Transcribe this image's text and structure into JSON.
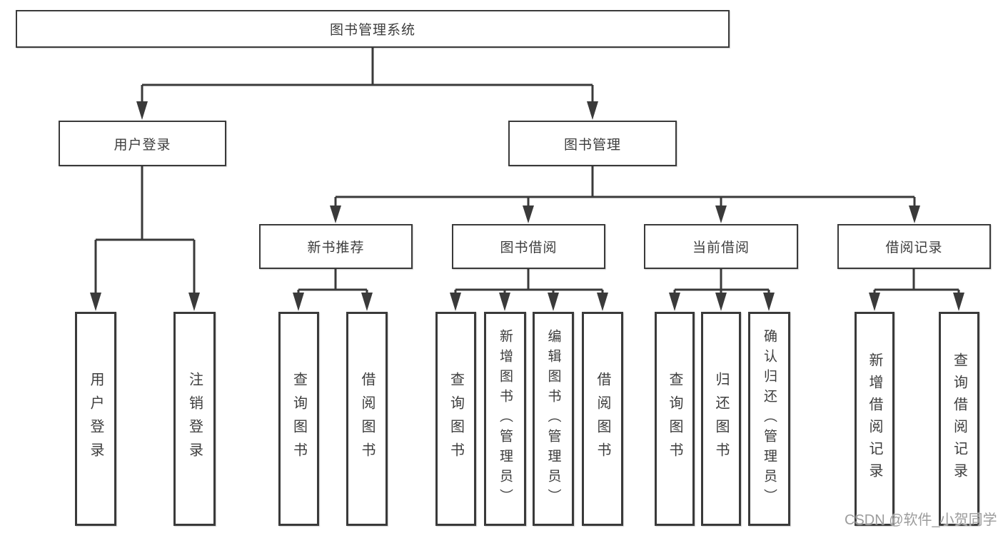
{
  "diagram": {
    "root_label": "图书管理系统",
    "level2": [
      "用户登录",
      "图书管理"
    ],
    "level3": [
      "新书推荐",
      "图书借阅",
      "当前借阅",
      "借阅记录"
    ],
    "leaves": {
      "user_login": [
        "用户登录",
        "注销登录"
      ],
      "new_books": [
        "查询图书",
        "借阅图书"
      ],
      "book_borrow": [
        "查询图书",
        "新增图书（管理员）",
        "编辑图书（管理员）",
        "借阅图书"
      ],
      "current_borrow": [
        "查询图书",
        "归还图书",
        "确认归还（管理员）"
      ],
      "borrow_records": [
        "新增借阅记录",
        "查询借阅记录"
      ]
    },
    "colors": {
      "line": "#3a3a3a",
      "box_border": "#3a3a3a",
      "text": "#3d3d3d",
      "background": "#ffffff",
      "watermark": "#9c9c9c"
    }
  },
  "watermark_text": "CSDN @软件_小贺同学"
}
